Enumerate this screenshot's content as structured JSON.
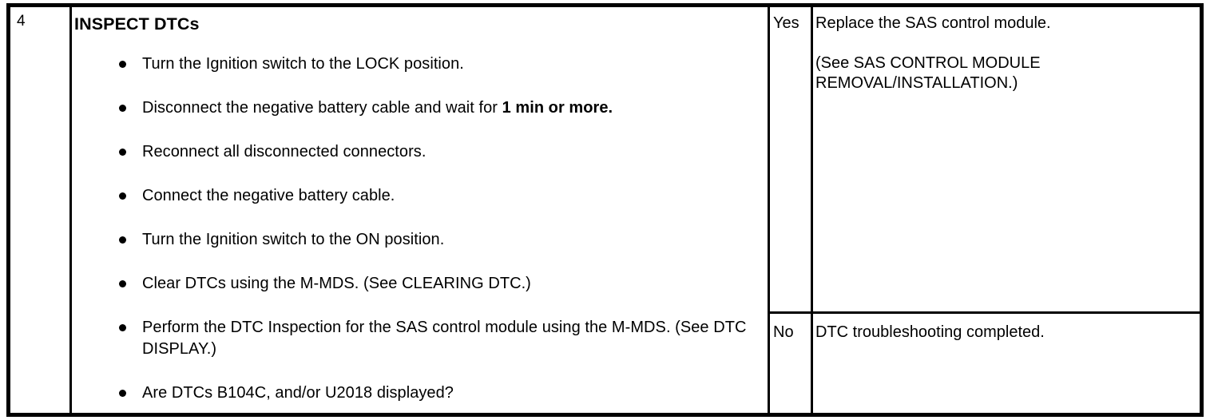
{
  "table": {
    "step_number": "4",
    "procedure": {
      "title": "INSPECT DTCs",
      "bullets": [
        {
          "text": "Turn the Ignition switch to the LOCK position."
        },
        {
          "pre": "Disconnect the negative battery cable and wait for ",
          "bold": "1 min or more.",
          "post": ""
        },
        {
          "text": "Reconnect all disconnected connectors."
        },
        {
          "text": "Connect the negative battery cable."
        },
        {
          "text": "Turn the Ignition switch to the ON position."
        },
        {
          "text": "Clear DTCs using the M-MDS. (See CLEARING DTC.)"
        },
        {
          "text": "Perform the DTC Inspection for the SAS control module using the M-MDS. (See DTC DISPLAY.)"
        },
        {
          "text": "Are DTCs B104C, and/or U2018 displayed?"
        }
      ]
    },
    "answers": {
      "yes": {
        "label": "Yes",
        "action_line1": "Replace the SAS control module.",
        "action_line2": "(See SAS CONTROL MODULE",
        "action_line3": "REMOVAL/INSTALLATION.)"
      },
      "no": {
        "label": "No",
        "action_line1": "DTC troubleshooting completed."
      }
    },
    "colors": {
      "border": "#000000",
      "text": "#000000",
      "background": "#ffffff"
    }
  }
}
